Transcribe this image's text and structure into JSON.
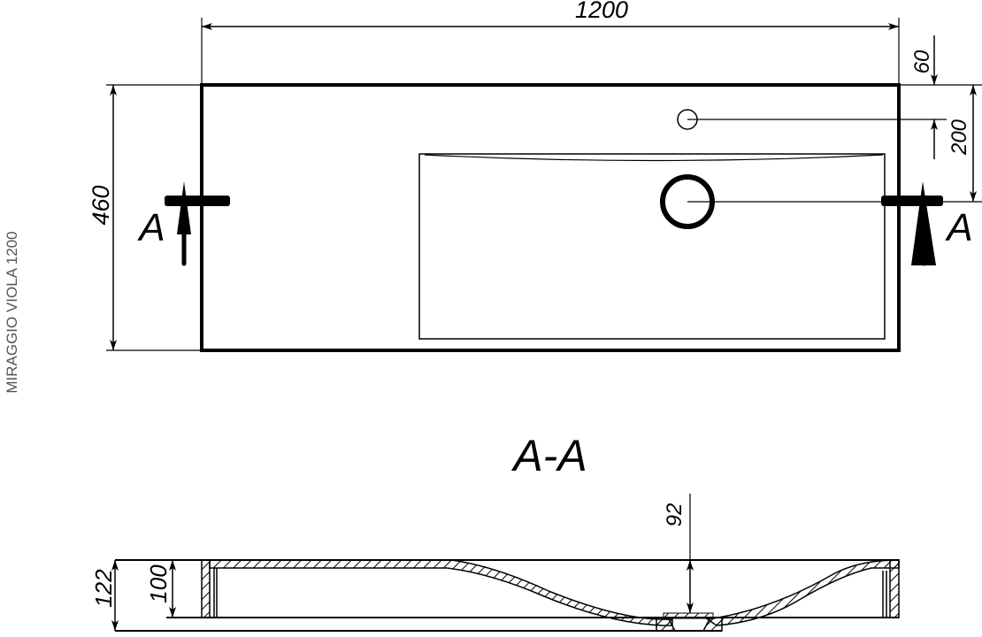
{
  "title": "MIRAGGIO VIOLA 1200",
  "plan_view": {
    "width_dim": "1200",
    "depth_dim": "460",
    "faucet_offset_dim": "60",
    "drain_offset_dim": "200",
    "section_marker_left": "A",
    "section_marker_right": "A"
  },
  "section_view": {
    "label": "A-A",
    "total_height_dim": "122",
    "rim_height_dim": "100",
    "bowl_depth_dim": "92"
  },
  "colors": {
    "line": "#000000",
    "side_text": "#555555",
    "background": "#ffffff"
  }
}
